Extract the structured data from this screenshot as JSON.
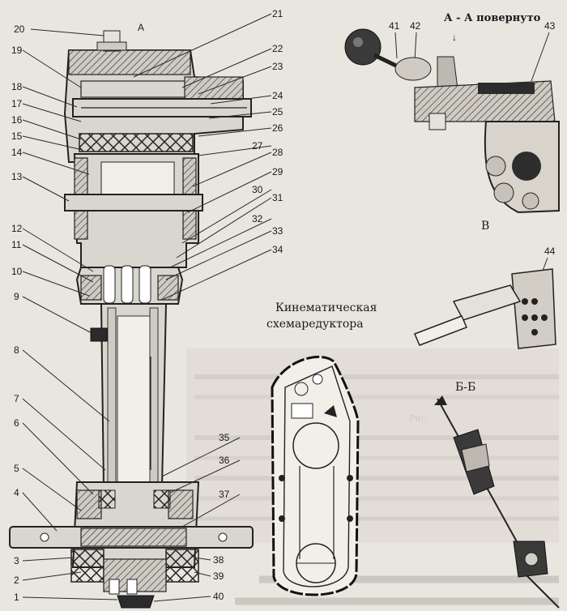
{
  "section_header": "А - А повернуто",
  "section_letter": "А",
  "view_b_label": "В",
  "section_bb_label": "Б-Б",
  "kinematic_caption_line1": "Кинематическая",
  "kinematic_caption_line2": "схемаредуктора",
  "callouts_left": [
    "20",
    "19",
    "18",
    "17",
    "16",
    "15",
    "14",
    "13",
    "12",
    "11",
    "10",
    "9",
    "8",
    "7",
    "6",
    "5",
    "4",
    "3",
    "2",
    "1"
  ],
  "callouts_right": [
    "21",
    "22",
    "23",
    "24",
    "25",
    "26",
    "27",
    "28",
    "29",
    "30",
    "31",
    "32",
    "33",
    "34",
    "35",
    "36",
    "37",
    "38",
    "39",
    "40"
  ],
  "callouts_top_right": [
    "41",
    "42",
    "43",
    "44"
  ],
  "background_fragments": [
    "Рис.",
    "схемаредуктора",
    "В"
  ]
}
